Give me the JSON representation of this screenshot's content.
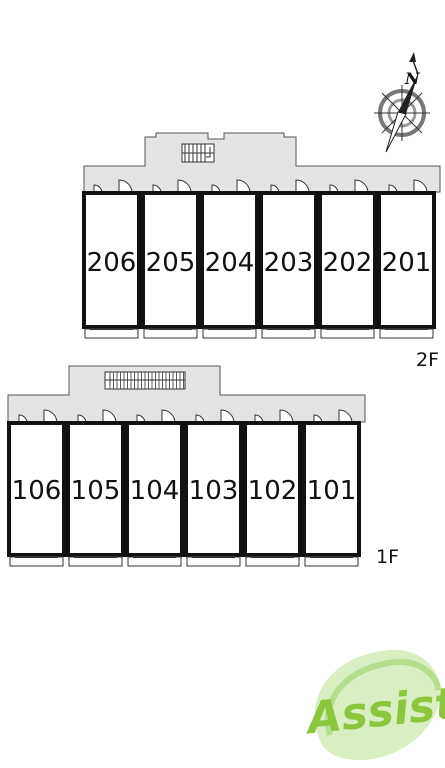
{
  "compass": {
    "label": "N",
    "icon": "compass-rose-icon"
  },
  "floors": [
    {
      "label": "2F",
      "units": [
        "206",
        "205",
        "204",
        "203",
        "202",
        "201"
      ]
    },
    {
      "label": "1F",
      "units": [
        "106",
        "105",
        "104",
        "103",
        "102",
        "101"
      ]
    }
  ],
  "logo": {
    "text": "Assist",
    "color": "#8cc63f"
  },
  "colors": {
    "corridor": "#e4e4e4",
    "wall": "#111111"
  }
}
